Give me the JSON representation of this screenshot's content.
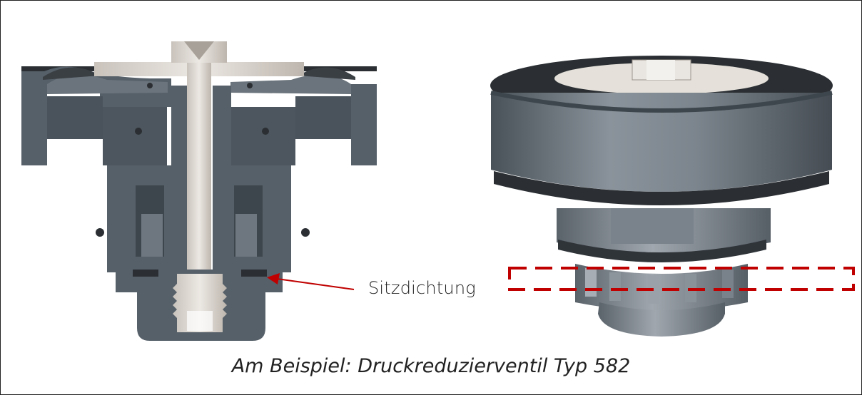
{
  "annotation": {
    "seal_label": "Sitzdichtung",
    "arrow_color": "#c00000",
    "highlight_color": "#c00000"
  },
  "caption": "Am Beispiel: Druckreduzierventil Typ 582",
  "colors": {
    "body_gray": "#566069",
    "body_dark": "#3e464d",
    "stem": "#d8d3cd",
    "rubber": "#2b2f33"
  },
  "images": {
    "left": "valve-cross-section",
    "right": "valve-exterior-view"
  }
}
